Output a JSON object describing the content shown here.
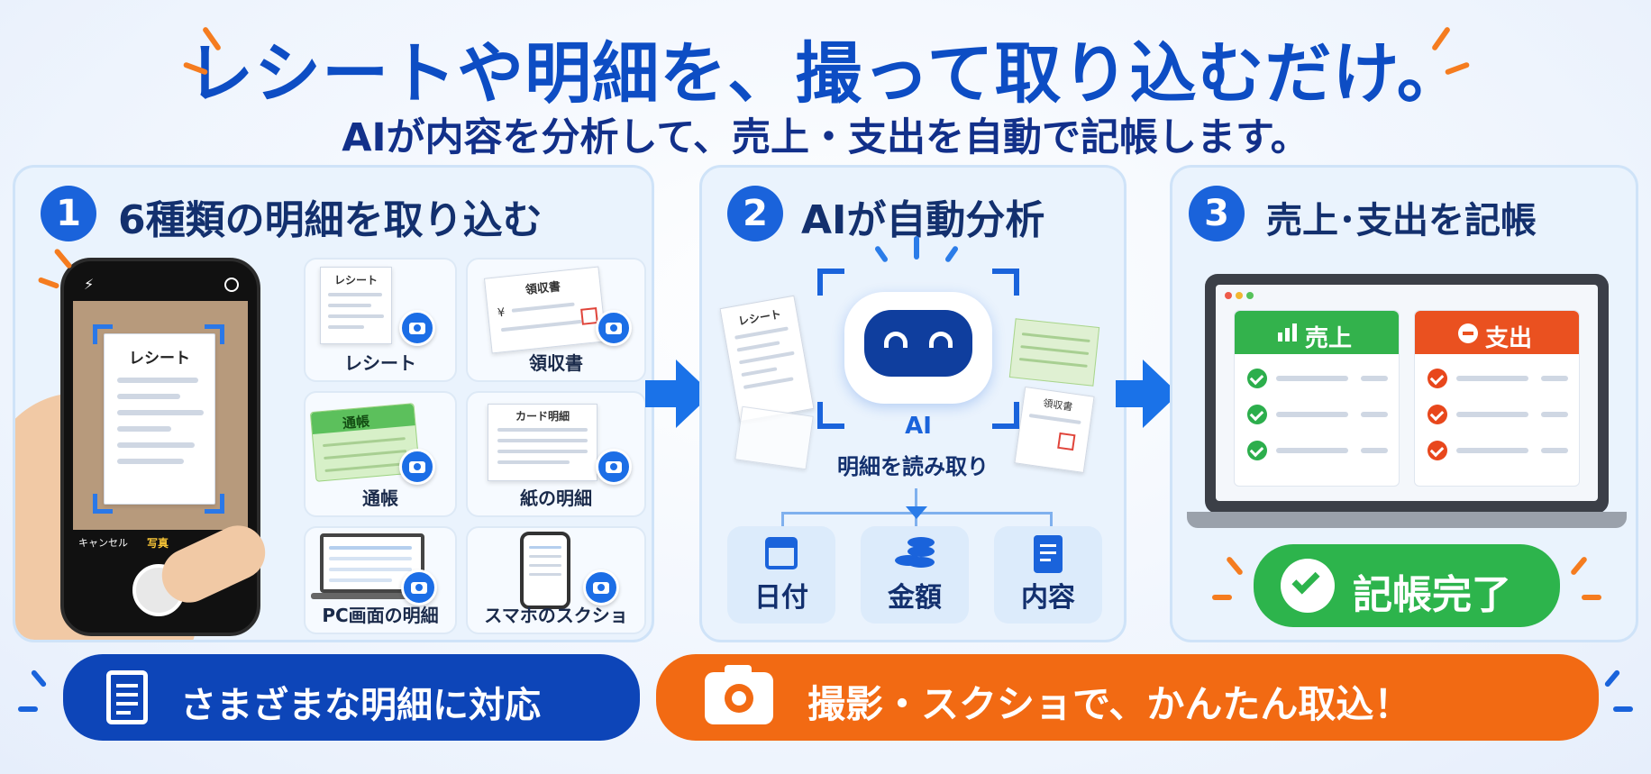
{
  "header": {
    "title": "レシートや明細を、撮って取り込むだけ。",
    "subtitle": "AIが内容を分析して、売上・支出を自動で記帳します。"
  },
  "step1": {
    "number": "1",
    "title": "6種類の明細を取り込む",
    "phone": {
      "doc_label": "レシート",
      "cancel": "キャンセル",
      "mode": "写真"
    },
    "cards": [
      {
        "label": "レシート",
        "doc_title": "レシート"
      },
      {
        "label": "領収書",
        "doc_title": "領収書",
        "yen": "¥"
      },
      {
        "label": "通帳",
        "doc_title": "通帳"
      },
      {
        "label": "紙の明細",
        "doc_title": "カード明細"
      },
      {
        "label": "PC画面の明細"
      },
      {
        "label": "スマホのスクショ"
      }
    ]
  },
  "step2": {
    "number": "2",
    "title": "AIが自動分析",
    "ai_badge": "AI",
    "caption": "明細を読み取り",
    "doc_left": "レシート",
    "doc_right": "領収書",
    "tiles": [
      {
        "label": "日付",
        "icon": "calendar-icon"
      },
      {
        "label": "金額",
        "icon": "coins-icon"
      },
      {
        "label": "内容",
        "icon": "document-icon"
      }
    ]
  },
  "step3": {
    "number": "3",
    "title": "売上･支出を記帳",
    "sales_label": "売上",
    "expense_label": "支出",
    "done_label": "記帳完了"
  },
  "footer": {
    "left_label": "さまざまな明細に対応",
    "right_label": "撮影・スクショで、かんたん取込！"
  },
  "colors": {
    "primary": "#1a63db",
    "navy": "#13306e",
    "orange": "#f26a13",
    "green": "#2cae4c",
    "red": "#e8471c"
  }
}
